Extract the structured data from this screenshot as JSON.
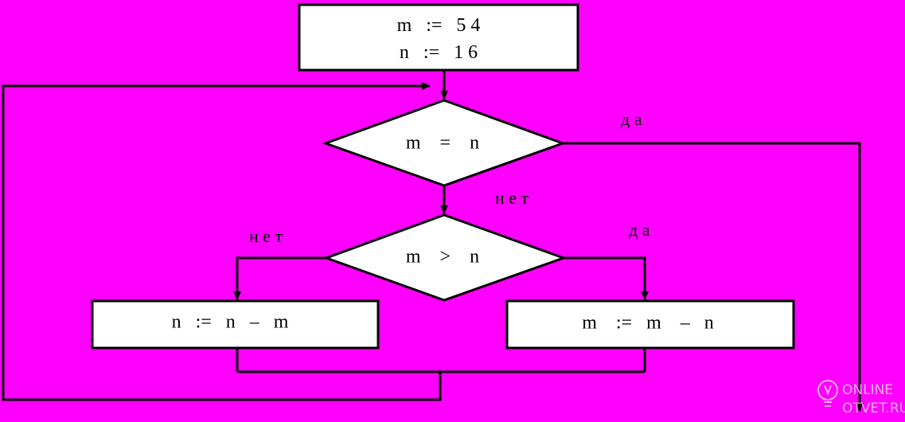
{
  "diagram": {
    "init": {
      "line1": "m   :=   5 4",
      "line2": "n   :=   1 6"
    },
    "cond1": {
      "text": "m    =    n",
      "yes": "д а",
      "no": "н е т"
    },
    "cond2": {
      "text": "m    >    n",
      "yes": "д а",
      "no": "н е т"
    },
    "box_left": {
      "text": "n   :=   n   –   m"
    },
    "box_right": {
      "text": "m    :=   m    –   n"
    }
  },
  "watermark": {
    "line1": "ONLINE",
    "line2": "OTVET.RU"
  },
  "colors": {
    "background": "#FF00FF",
    "stroke": "#000000",
    "box_fill": "#FFFFFF"
  }
}
